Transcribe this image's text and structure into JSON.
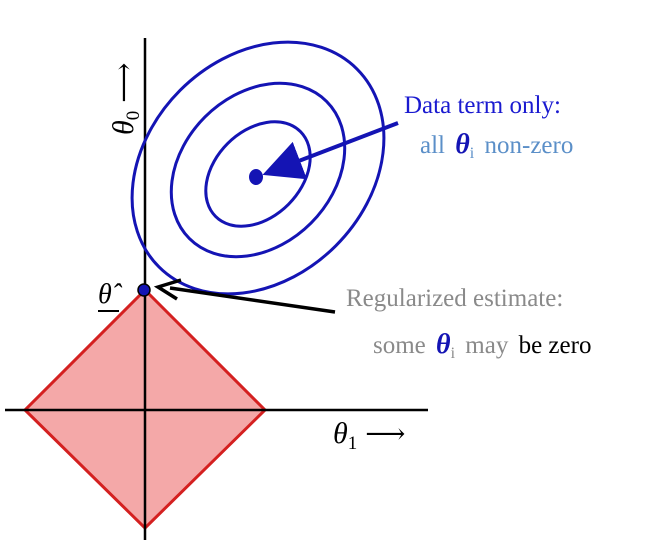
{
  "axes": {
    "y_var": "θ",
    "y_sub": "0",
    "x_var": "θ",
    "x_sub": "1",
    "arrow": "⟶",
    "hat_symbol": "θ̂"
  },
  "annotations": {
    "data_term": {
      "line1": "Data term only:",
      "line2_prefix": "all",
      "symbol": "θ",
      "subscript": "i",
      "line2_suffix": "non-zero"
    },
    "regularized": {
      "line1": "Regularized estimate:",
      "line2_prefix": "some",
      "symbol": "θ",
      "subscript": "i",
      "line2_mid": "may",
      "line2_suffix": "be zero"
    }
  },
  "colors": {
    "contour": "#1414b4",
    "data_term_line1": "#1a1ad0",
    "data_term_line2": "#5b8fc8",
    "regularized_text": "#8a8a8a",
    "emphasis_text": "#000000",
    "diamond_stroke": "#d42020",
    "diamond_fill": "#f4a8a8",
    "axes": "#000000"
  }
}
